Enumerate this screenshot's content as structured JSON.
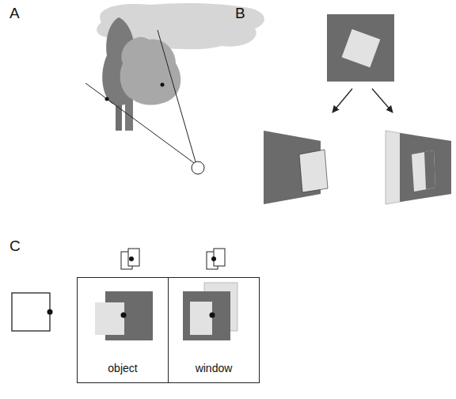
{
  "diagram": {
    "nodes": [
      {
        "text": [
          "object"
        ]
      },
      {
        "text": [
          "window"
        ]
      }
    ],
    "labels": [
      "A",
      "B",
      "C"
    ]
  }
}
